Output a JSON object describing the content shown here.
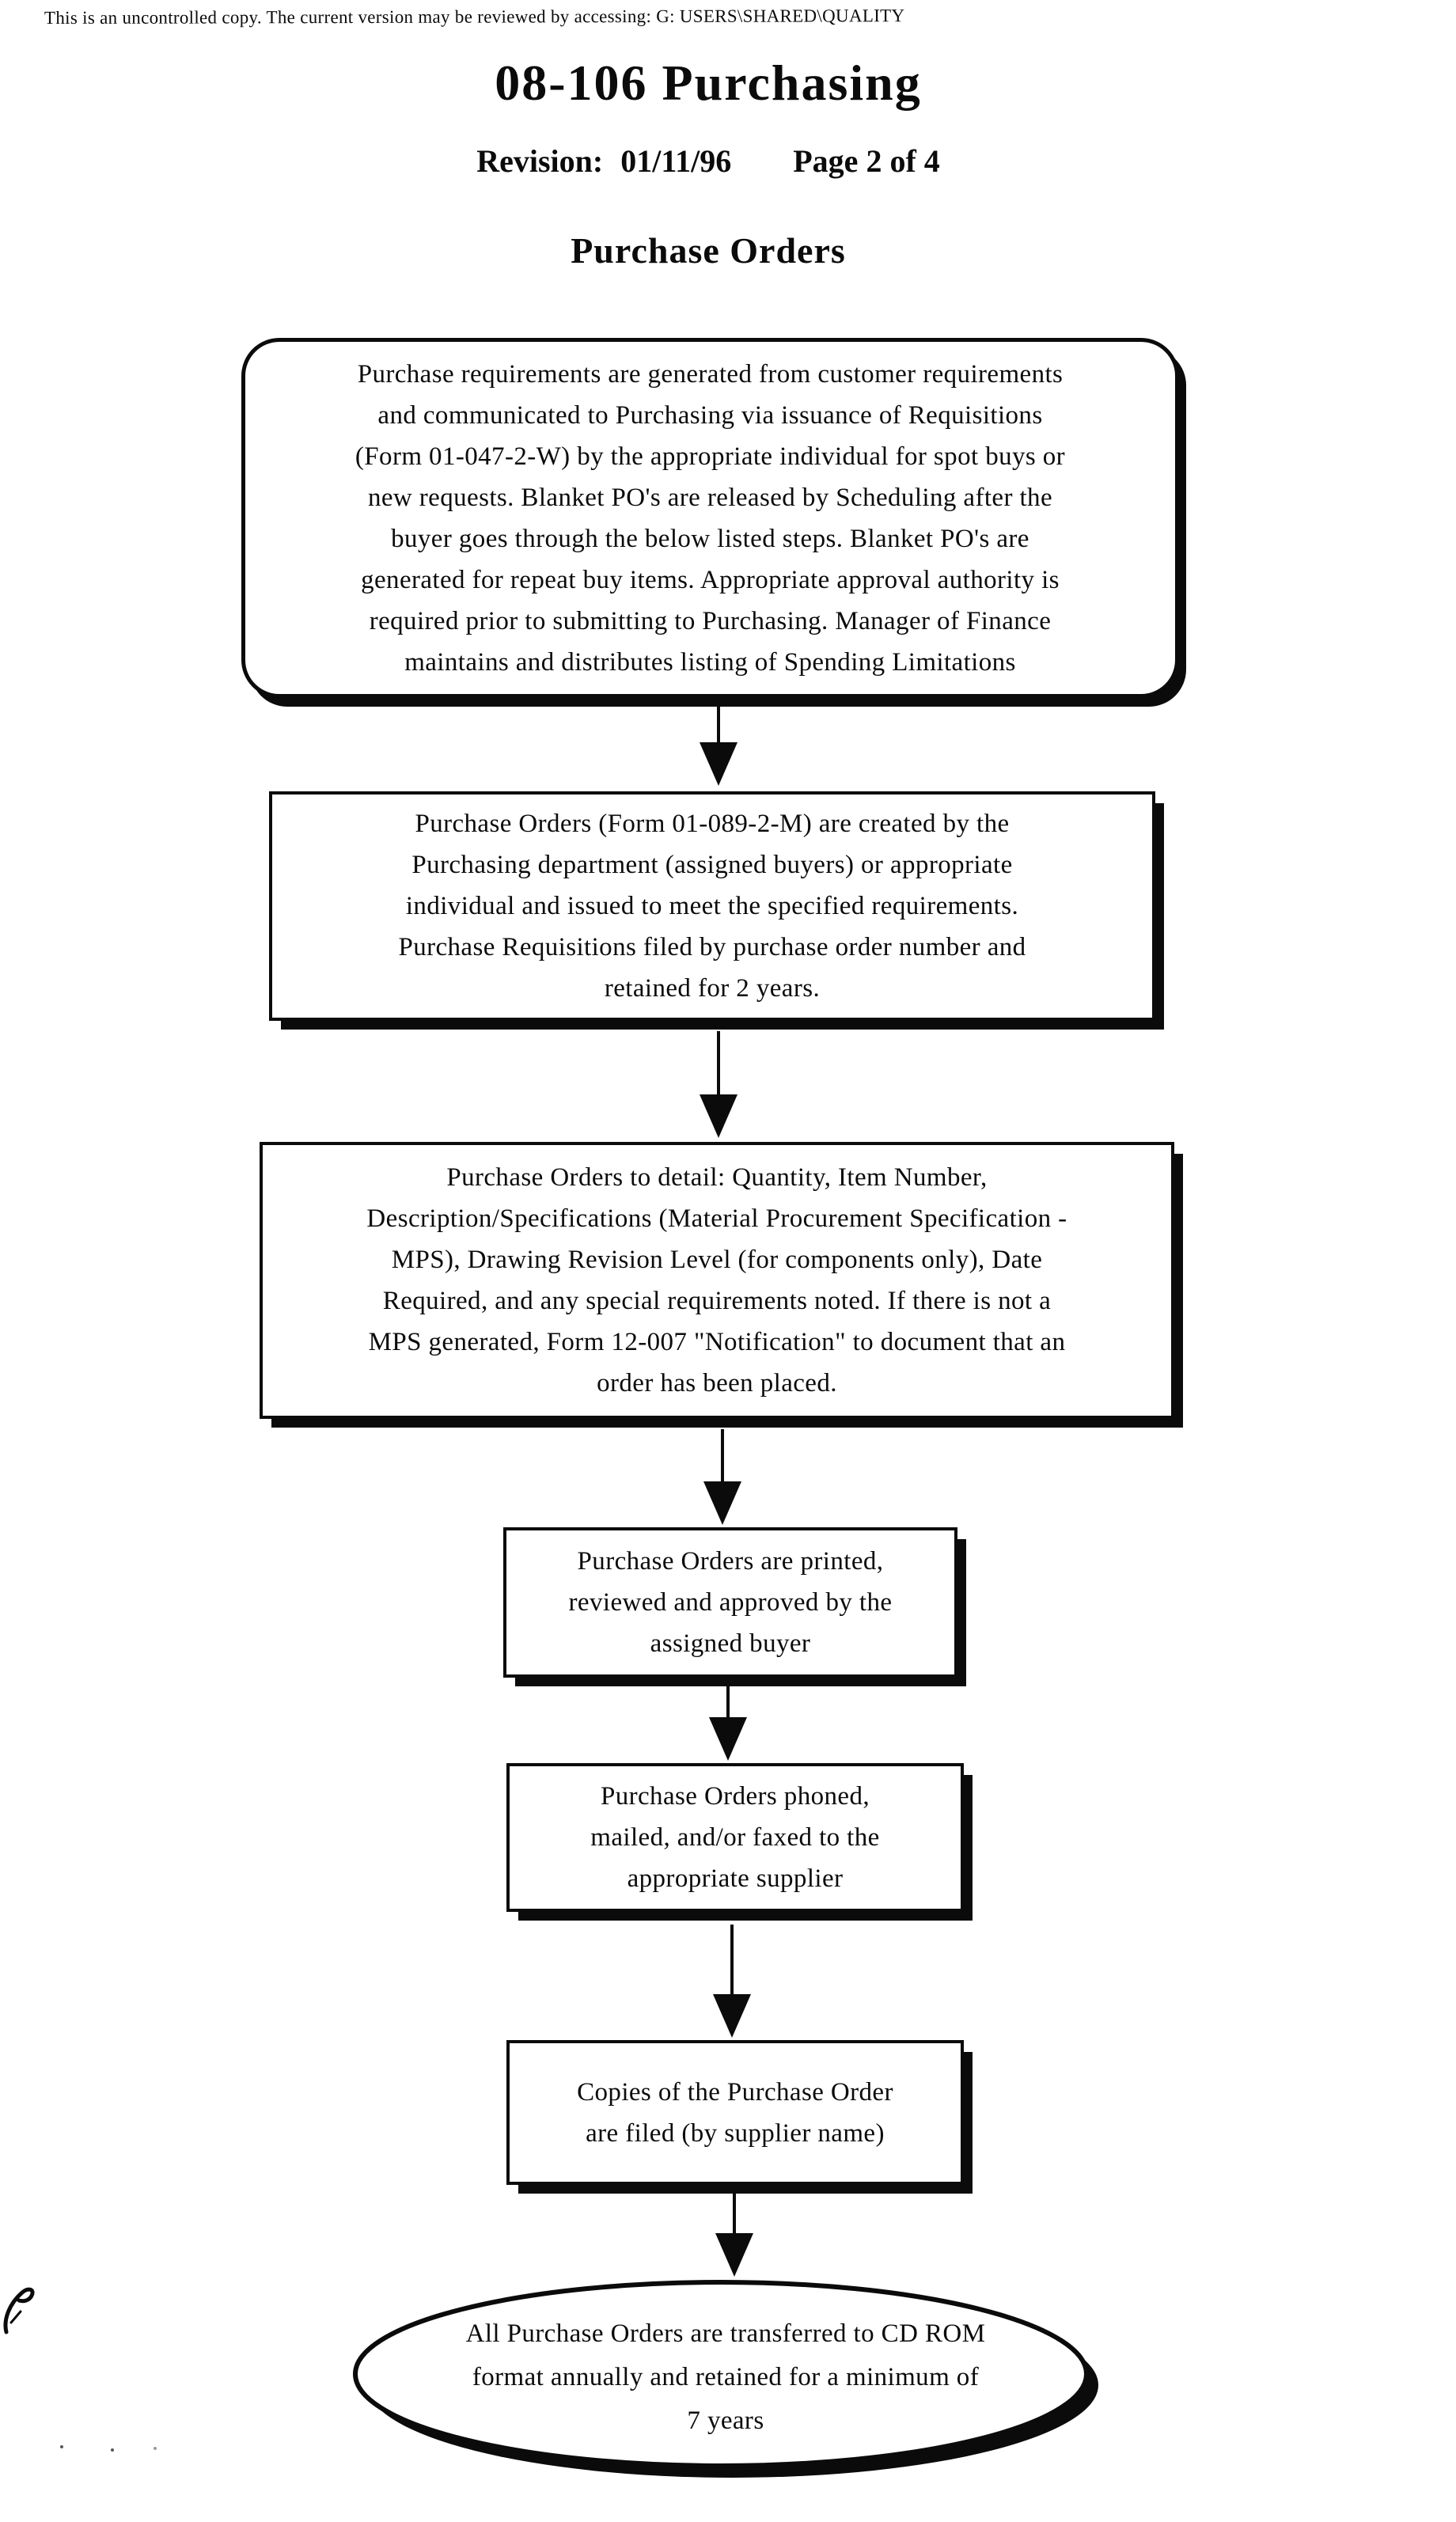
{
  "colors": {
    "ink": "#0b0b0b",
    "paper": "#ffffff"
  },
  "header": {
    "note": "This is an uncontrolled copy.  The current version may be reviewed by accessing:  G: USERS\\SHARED\\QUALITY"
  },
  "title_block": {
    "doc_title": "08-106 Purchasing",
    "revision_label": "Revision:",
    "revision_date": "01/11/96",
    "page_info": "Page 2 of 4"
  },
  "section": {
    "title": "Purchase Orders"
  },
  "flowchart": {
    "nodes": [
      {
        "id": "purchase-requirements",
        "shape": "rounded-rectangle",
        "text": "Purchase requirements are generated from customer requirements\nand communicated to Purchasing via issuance of Requisitions\n(Form 01-047-2-W) by the appropriate individual for spot buys or\nnew requests.  Blanket PO's are released by Scheduling after the\nbuyer goes through the below listed steps.  Blanket PO's are\ngenerated for repeat buy items.  Appropriate approval authority is\nrequired prior to submitting to Purchasing.  Manager of Finance\nmaintains and distributes listing of Spending Limitations"
      },
      {
        "id": "purchase-orders-created",
        "shape": "rectangle",
        "text": "Purchase Orders (Form 01-089-2-M) are created by the\nPurchasing department (assigned buyers) or appropriate\nindividual and issued to meet the specified requirements.\nPurchase Requisitions filed by purchase order number and\nretained for 2 years."
      },
      {
        "id": "purchase-orders-detail",
        "shape": "rectangle",
        "text": "Purchase Orders to detail:  Quantity, Item Number,\nDescription/Specifications (Material Procurement Specification -\nMPS), Drawing Revision Level (for components only), Date\nRequired, and any special requirements noted.  If there is not a\nMPS generated, Form 12-007 \"Notification\" to document that an\norder has been placed."
      },
      {
        "id": "printed-reviewed-approved",
        "shape": "rectangle",
        "text": "Purchase Orders are printed,\nreviewed and approved by the\nassigned buyer"
      },
      {
        "id": "phoned-mailed-faxed",
        "shape": "rectangle",
        "text": "Purchase Orders phoned,\nmailed, and/or faxed to the\nappropriate supplier"
      },
      {
        "id": "copies-filed",
        "shape": "rectangle",
        "text": "Copies of the Purchase Order\nare filed (by supplier name)"
      },
      {
        "id": "cdrom-retention",
        "shape": "ellipse",
        "text": "All Purchase Orders are transferred to CD ROM\nformat annually and retained for a minimum of\n7 years"
      }
    ]
  }
}
